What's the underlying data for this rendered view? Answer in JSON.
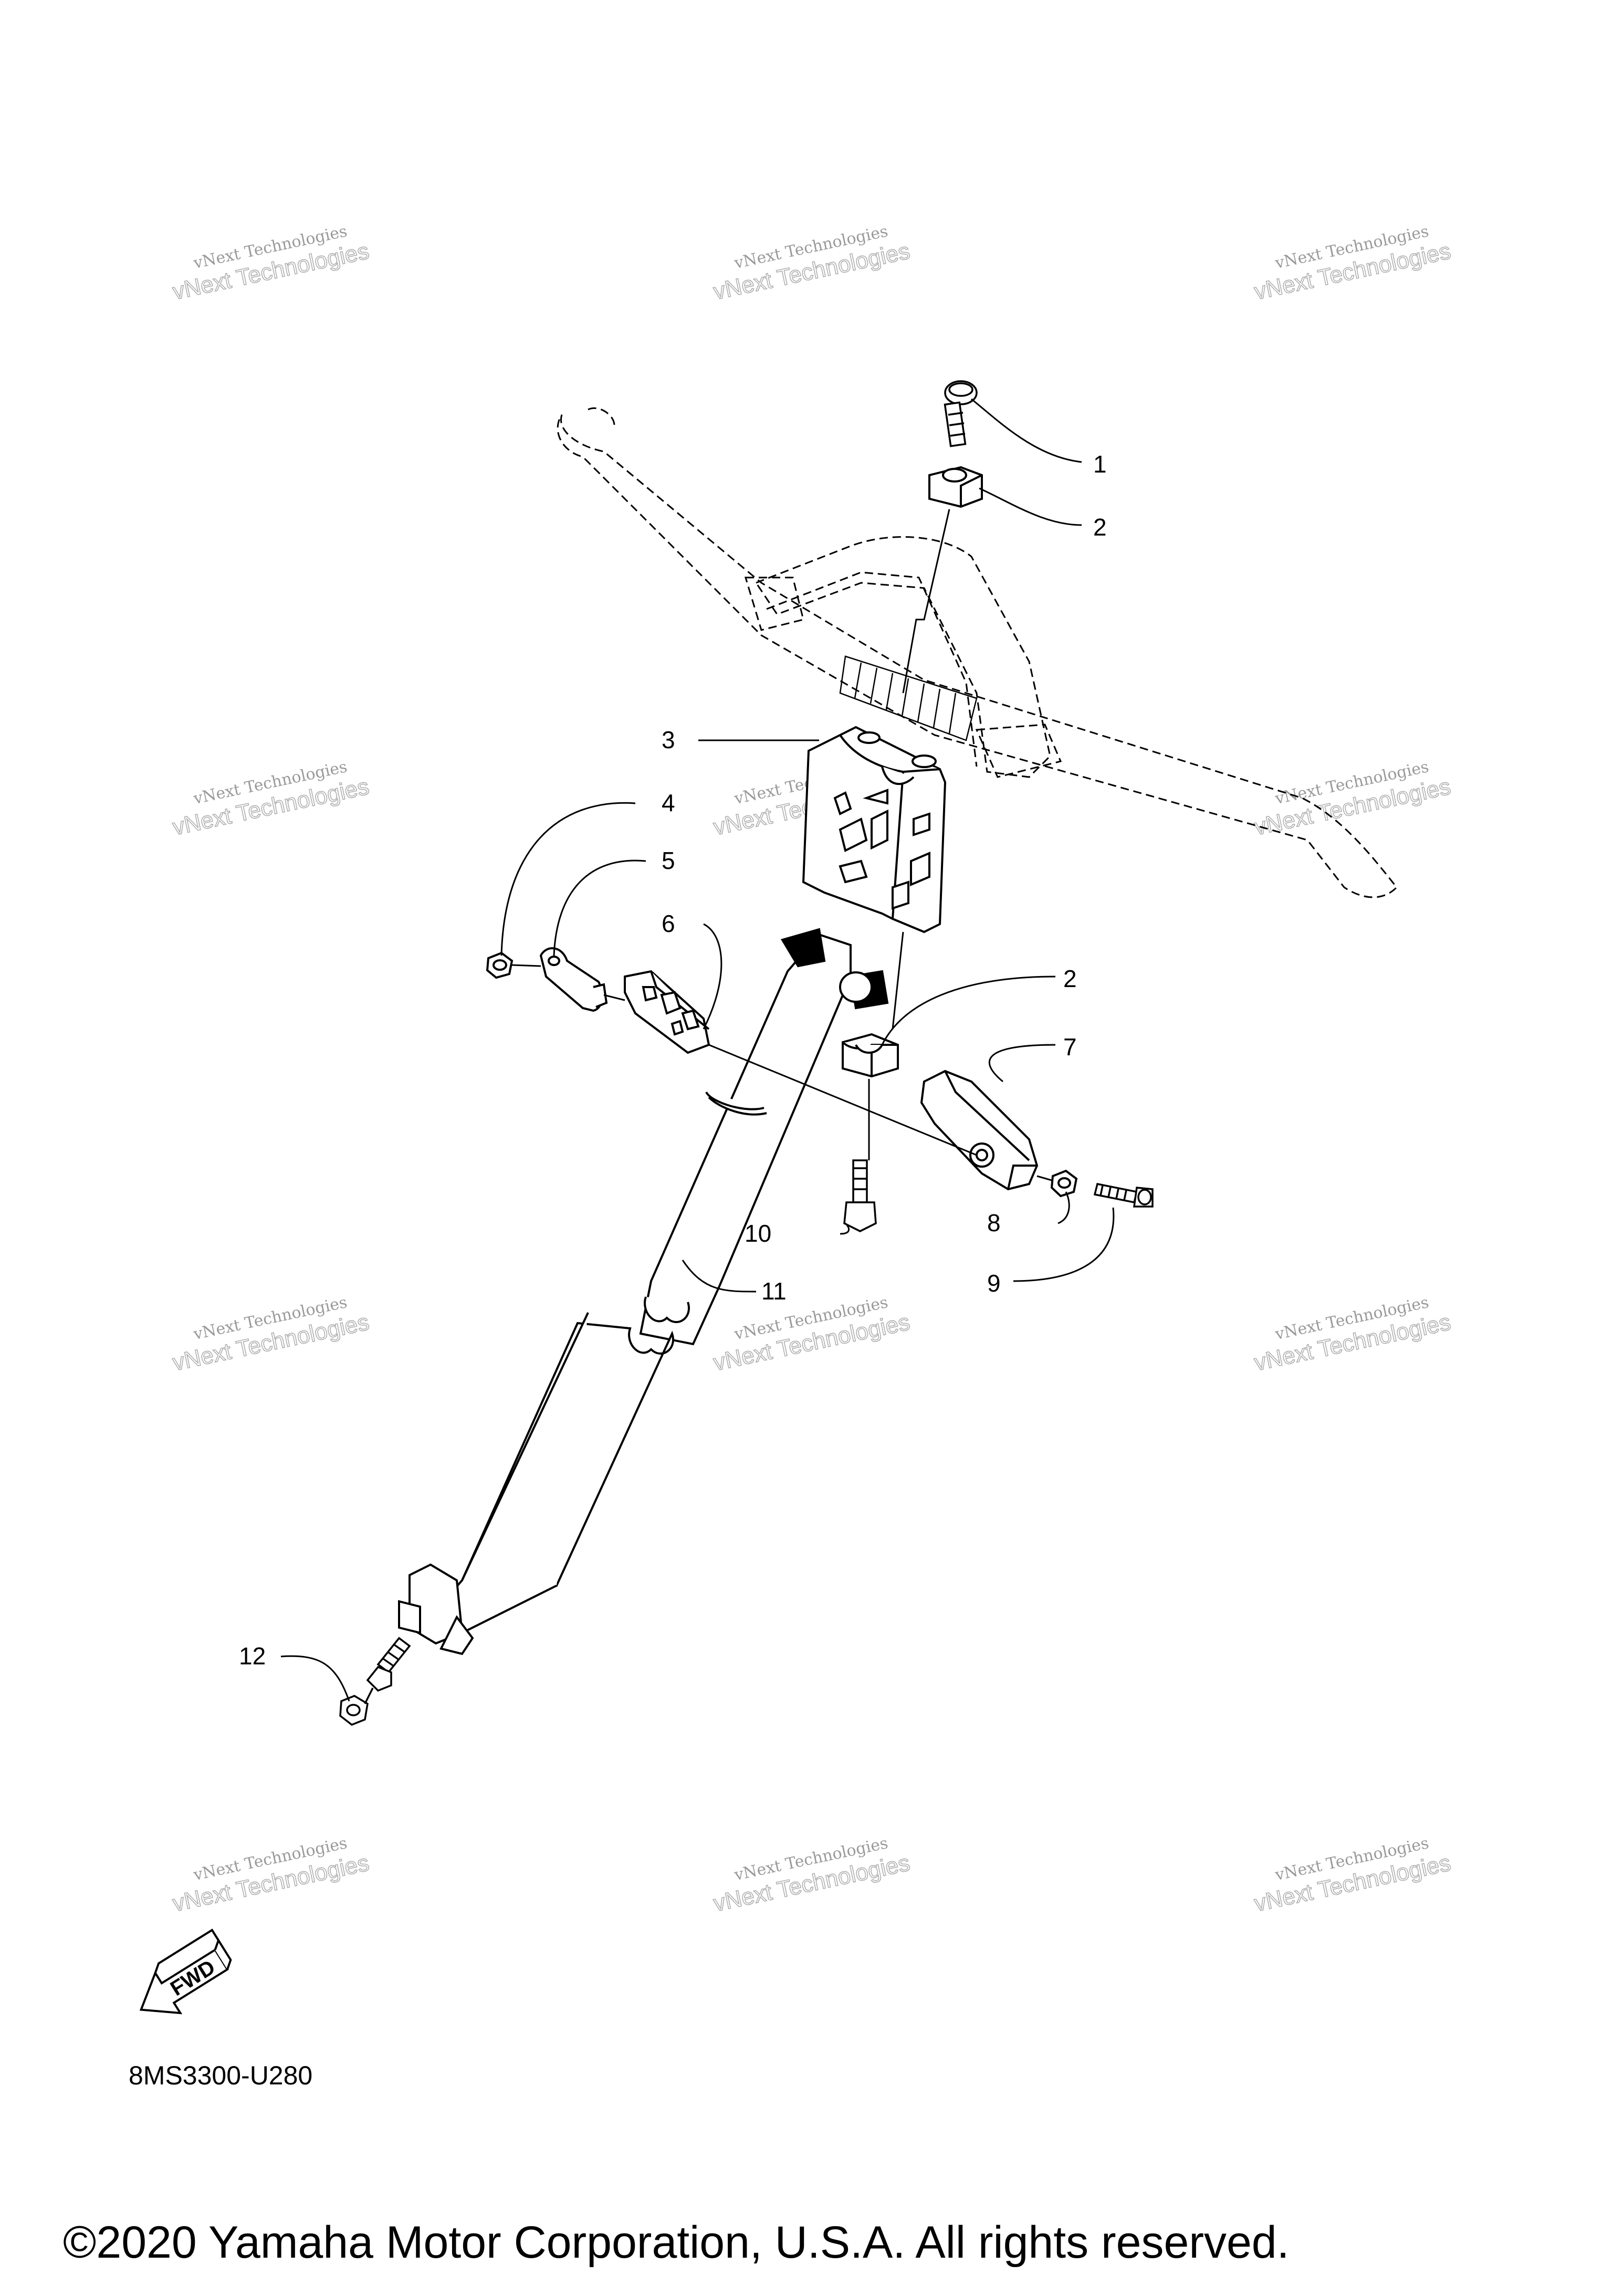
{
  "callouts": [
    {
      "label": "1"
    },
    {
      "label": "2"
    },
    {
      "label": "3"
    },
    {
      "label": "4"
    },
    {
      "label": "5"
    },
    {
      "label": "6"
    },
    {
      "label": "2"
    },
    {
      "label": "7"
    },
    {
      "label": "8"
    },
    {
      "label": "9"
    },
    {
      "label": "10"
    },
    {
      "label": "11"
    },
    {
      "label": "12"
    }
  ],
  "watermark": {
    "line1": "vNext Technologies",
    "line2": "vNext Technologies"
  },
  "fwd_label": "FWD",
  "diagram_code": "8MS3300-U280",
  "copyright": "©2020 Yamaha Motor Corporation, U.S.A. All rights reserved."
}
